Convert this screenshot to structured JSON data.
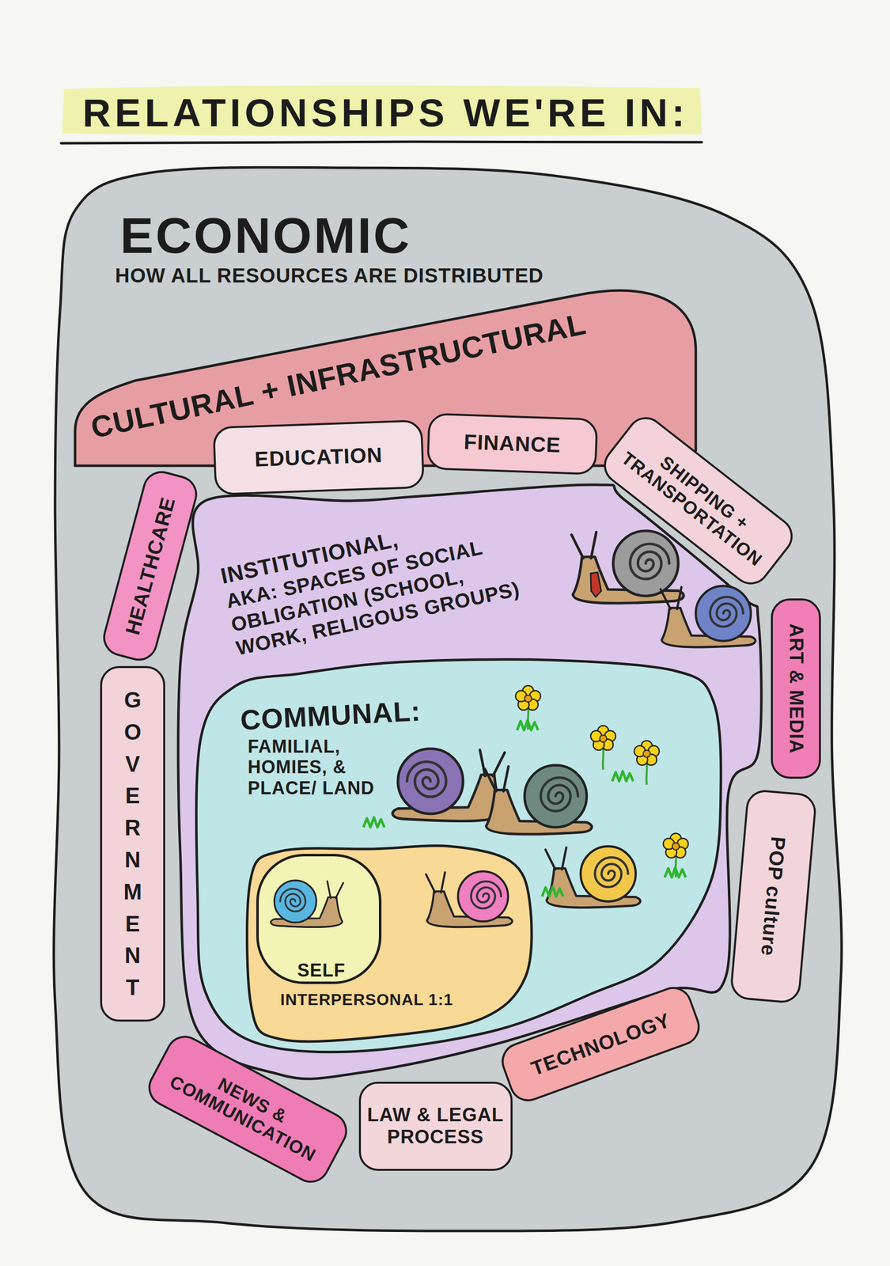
{
  "diagram": {
    "title": "RELATIONSHIPS WE'RE IN:",
    "nodes": [
      {
        "text": [
          "ECONOMIC",
          "HOW ALL RESOURCES ARE DISTRIBUTED"
        ]
      },
      {
        "text": [
          "CULTURAL + INFRASTRUCTURAL"
        ],
        "in": 0
      },
      {
        "text": [
          "EDUCATION"
        ],
        "in": 1
      },
      {
        "text": [
          "FINANCE"
        ],
        "in": 1
      },
      {
        "text": [
          "SHIPPING + TRANSPORTATION"
        ],
        "in": 1
      },
      {
        "text": [
          "HEALTHCARE"
        ],
        "in": 1
      },
      {
        "text": [
          "INSTITUTIONAL,",
          "AKA: SPACES OF SOCIAL OBLIGATION (SCHOOL, WORK, RELIGOUS GROUPS)"
        ],
        "in": 1
      },
      {
        "text": [
          "COMMUNAL:",
          "FAMILIAL, HOMIES, & PLACE/ LAND"
        ],
        "in": 6
      },
      {
        "text": [
          "INTERPERSONAL 1:1"
        ],
        "in": 7
      },
      {
        "text": [
          "SELF"
        ],
        "in": 8
      },
      {
        "text": [
          "ART & MEDIA"
        ],
        "in": 1
      },
      {
        "text": [
          "GOVERNMENT"
        ],
        "in": 1
      },
      {
        "text": [
          "POP culture"
        ],
        "in": 1
      },
      {
        "text": [
          "TECHNOLOGY"
        ],
        "in": 1
      },
      {
        "text": [
          "NEWS & COMMUNICATION"
        ],
        "in": 1
      },
      {
        "text": [
          "LAW & LEGAL PROCESS"
        ],
        "in": 1
      }
    ]
  }
}
